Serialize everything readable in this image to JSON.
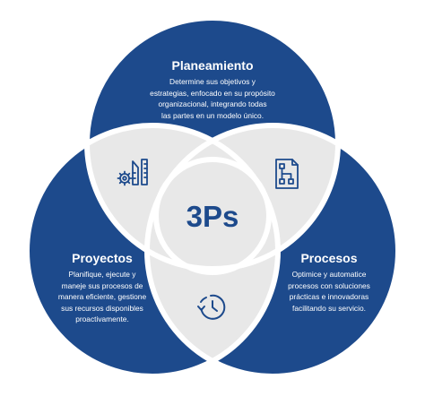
{
  "colors": {
    "circle_fill": "#1d4a8c",
    "overlap_fill": "#e8e8e8",
    "outline": "#ffffff",
    "icon_stroke": "#1d4a8c",
    "center_text": "#1d4a8c",
    "body_text": "#ffffff"
  },
  "center": {
    "label": "3Ps"
  },
  "planning": {
    "title": "Planeamiento",
    "lines": [
      "Determine sus objetivos y",
      "estrategias, enfocado en su propósito",
      "organizacional, integrando todas",
      "las partes en un modelo único."
    ]
  },
  "projects": {
    "title": "Proyectos",
    "lines": [
      "Planifique, ejecute y",
      "maneje sus procesos de",
      "manera eficiente, gestione",
      "sus recursos disponibles",
      "proactivamente."
    ]
  },
  "processes": {
    "title": "Procesos",
    "lines": [
      "Optimice y automatice",
      "procesos con soluciones",
      "prácticas e innovadoras",
      "facilitando su servicio."
    ]
  },
  "icons": {
    "planning_projects": "tools-gear-icon",
    "planning_processes": "flowchart-document-icon",
    "projects_processes": "clock-cycle-icon"
  }
}
